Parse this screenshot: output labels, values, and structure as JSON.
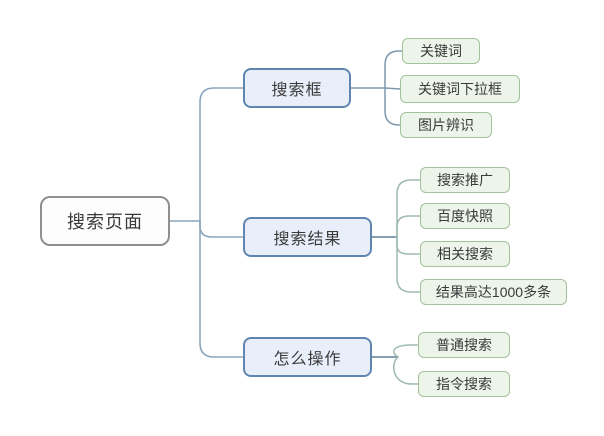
{
  "mindmap": {
    "root": {
      "label": "搜索页面"
    },
    "branches": [
      {
        "label": "搜索框",
        "children": [
          {
            "label": "关键词"
          },
          {
            "label": "关键词下拉框"
          },
          {
            "label": "图片辨识"
          }
        ]
      },
      {
        "label": "搜索结果",
        "children": [
          {
            "label": "搜索推广"
          },
          {
            "label": "百度快照"
          },
          {
            "label": "相关搜索"
          },
          {
            "label": "结果高达1000多条"
          }
        ]
      },
      {
        "label": "怎么操作",
        "children": [
          {
            "label": "普通搜索"
          },
          {
            "label": "指令搜索"
          }
        ]
      }
    ]
  },
  "colors": {
    "root_border": "#8f8f8f",
    "root_fill": "#fdfdfd",
    "branch_border": "#5e86b0",
    "branch_fill": "#e9effa",
    "leaf_border": "#a2c29b",
    "leaf_fill": "#edf5eb",
    "line_left": "#8ba6bc",
    "line_top_group": "#7e99ad",
    "line_stem_dark": "#5d7f95",
    "line_green_group": "#9fbaae",
    "text": "#3a3a3a"
  }
}
